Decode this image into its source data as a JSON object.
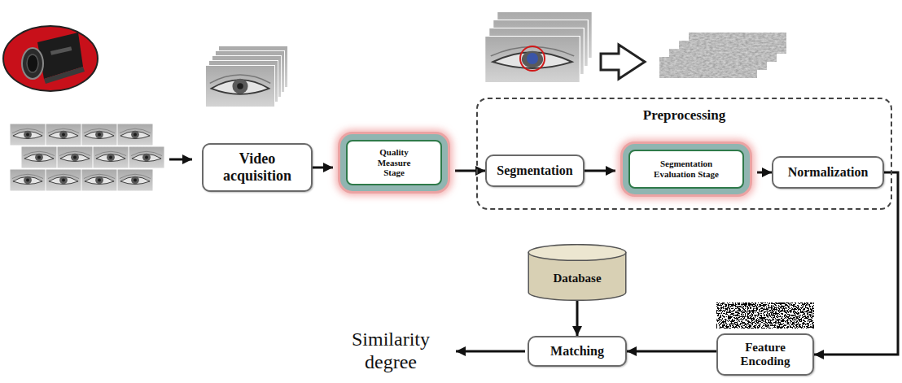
{
  "diagram": {
    "nodes": [
      {
        "text": [
          "Video acquisition"
        ]
      },
      {
        "text": [
          "Quality Measure Stage"
        ]
      },
      {
        "text": [
          "Preprocessing"
        ]
      },
      {
        "text": [
          "Segmentation"
        ],
        "in": 2
      },
      {
        "text": [
          "Segmentation Evaluation Stage"
        ],
        "in": 2
      },
      {
        "text": [
          "Normalization"
        ],
        "in": 2
      },
      {
        "text": [
          "Database"
        ]
      },
      {
        "text": [
          "Matching"
        ]
      },
      {
        "text": [
          "Feature Encoding"
        ]
      }
    ],
    "edges": [
      {
        "from": 0,
        "to": 1,
        "arrow": "to"
      },
      {
        "from": 1,
        "to": 3,
        "arrow": "to"
      },
      {
        "from": 3,
        "to": 4,
        "arrow": "to"
      },
      {
        "from": 4,
        "to": 5,
        "arrow": "to"
      },
      {
        "from": 5,
        "to": 8,
        "arrow": "to"
      },
      {
        "from": 6,
        "to": 7,
        "arrow": "to"
      },
      {
        "from": 8,
        "to": 7,
        "arrow": "to"
      }
    ],
    "labels": [
      "Similarity degree"
    ]
  }
}
